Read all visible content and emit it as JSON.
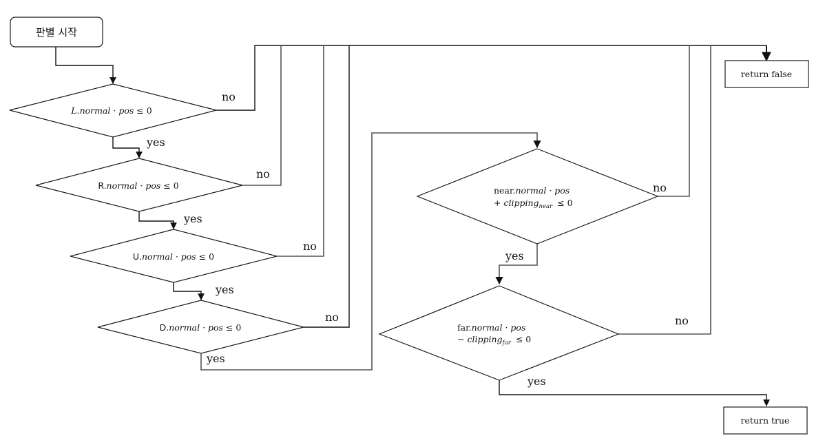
{
  "flowchart": {
    "start": {
      "label": "판별 시작"
    },
    "decisions": [
      {
        "id": "left",
        "prefix": "L.",
        "prefix_italic": true,
        "expr": "normal · pos",
        "comparison": "≤ 0",
        "no_label": "no",
        "yes_label": "yes"
      },
      {
        "id": "right",
        "prefix": "R.",
        "prefix_italic": false,
        "expr": "normal · pos",
        "comparison": "≤ 0",
        "no_label": "no",
        "yes_label": "yes"
      },
      {
        "id": "up",
        "prefix": "U.",
        "prefix_italic": false,
        "expr": "normal · pos",
        "comparison": "≤ 0",
        "no_label": "no",
        "yes_label": "yes"
      },
      {
        "id": "down",
        "prefix": "D.",
        "prefix_italic": false,
        "expr": "normal · pos",
        "comparison": "≤ 0",
        "no_label": "no",
        "yes_label": "yes"
      },
      {
        "id": "near",
        "prefix": "near.",
        "expr": "normal · pos",
        "line2_op": "+",
        "line2_term": "clipping",
        "line2_sub": "near",
        "comparison": "≤ 0",
        "no_label": "no",
        "yes_label": "yes"
      },
      {
        "id": "far",
        "prefix": "far.",
        "expr": "normal · pos",
        "line2_op": "−",
        "line2_term": "clipping",
        "line2_sub": "far",
        "comparison": "≤ 0",
        "no_label": "no",
        "yes_label": "yes"
      }
    ],
    "terminals": {
      "false_box": {
        "label": "return false"
      },
      "true_box": {
        "label": "return true"
      }
    }
  }
}
